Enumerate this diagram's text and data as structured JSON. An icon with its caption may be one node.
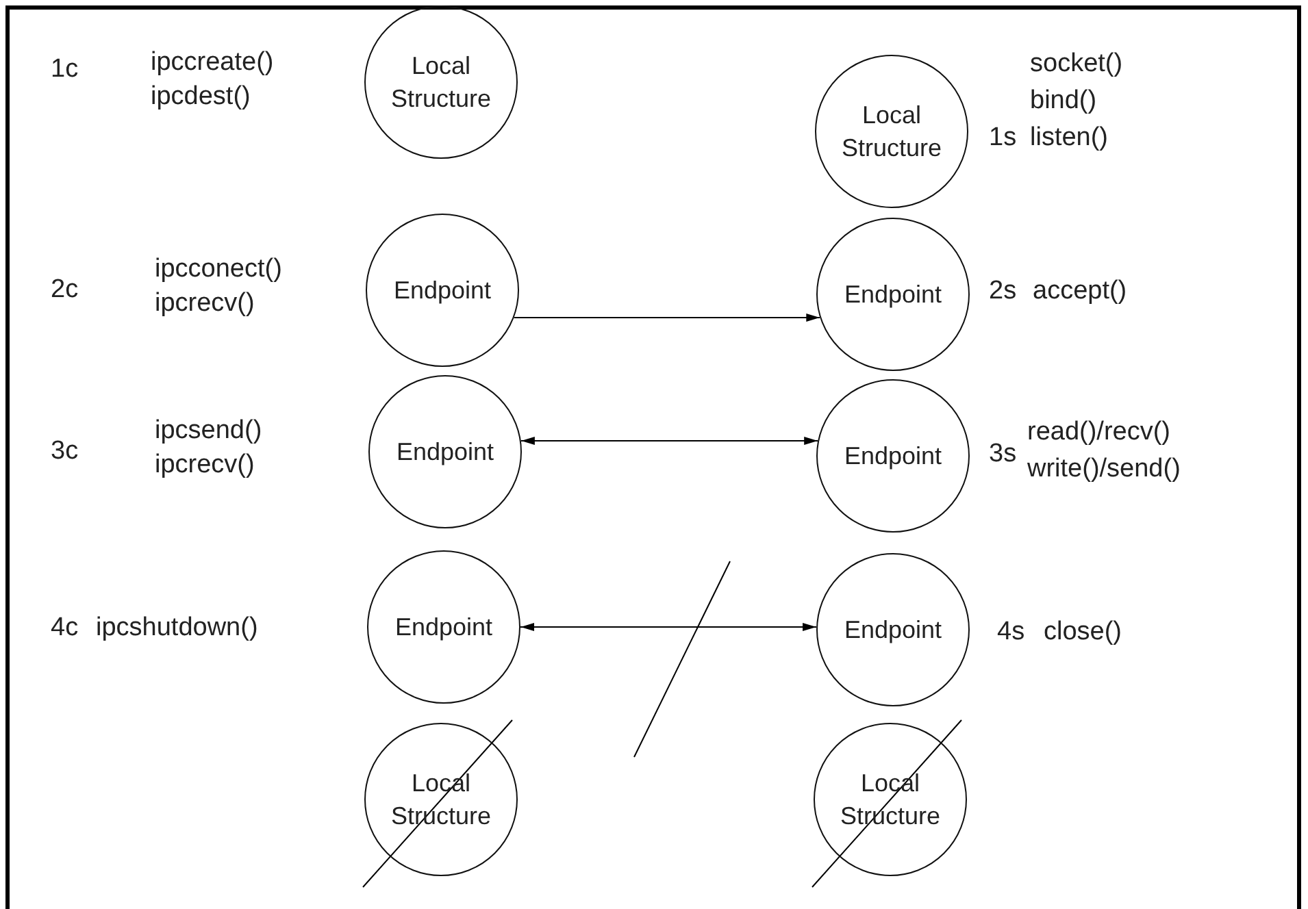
{
  "diagram": {
    "nodes": [
      {
        "text": [
          "Local Structure"
        ],
        "beside": [
          "1c",
          "ipccreate() ipcdest()"
        ]
      },
      {
        "text": [
          "Local Structure"
        ],
        "beside": [
          "1s",
          "socket() bind() listen()"
        ]
      },
      {
        "text": [
          "Endpoint"
        ],
        "beside": [
          "2c",
          "ipcconect() ipcrecv()"
        ]
      },
      {
        "text": [
          "Endpoint"
        ],
        "beside": [
          "2s",
          "accept()"
        ]
      },
      {
        "text": [
          "Endpoint"
        ],
        "beside": [
          "3c",
          "ipcsend() ipcrecv()"
        ]
      },
      {
        "text": [
          "Endpoint"
        ],
        "beside": [
          "3s",
          "read()/recv() write()/send()"
        ]
      },
      {
        "text": [
          "Endpoint"
        ],
        "beside": [
          "4c",
          "ipcshutdown()"
        ]
      },
      {
        "text": [
          "Endpoint"
        ],
        "beside": [
          "4s",
          "close()"
        ]
      },
      {
        "text": [
          "Local Structure"
        ]
      },
      {
        "text": [
          "Local Structure"
        ]
      }
    ],
    "edges": [
      {
        "from": 2,
        "to": 3,
        "arrow": "to"
      },
      {
        "from": 4,
        "to": 5,
        "arrow": "both"
      },
      {
        "from": 6,
        "to": 7,
        "arrow": "both"
      }
    ]
  }
}
